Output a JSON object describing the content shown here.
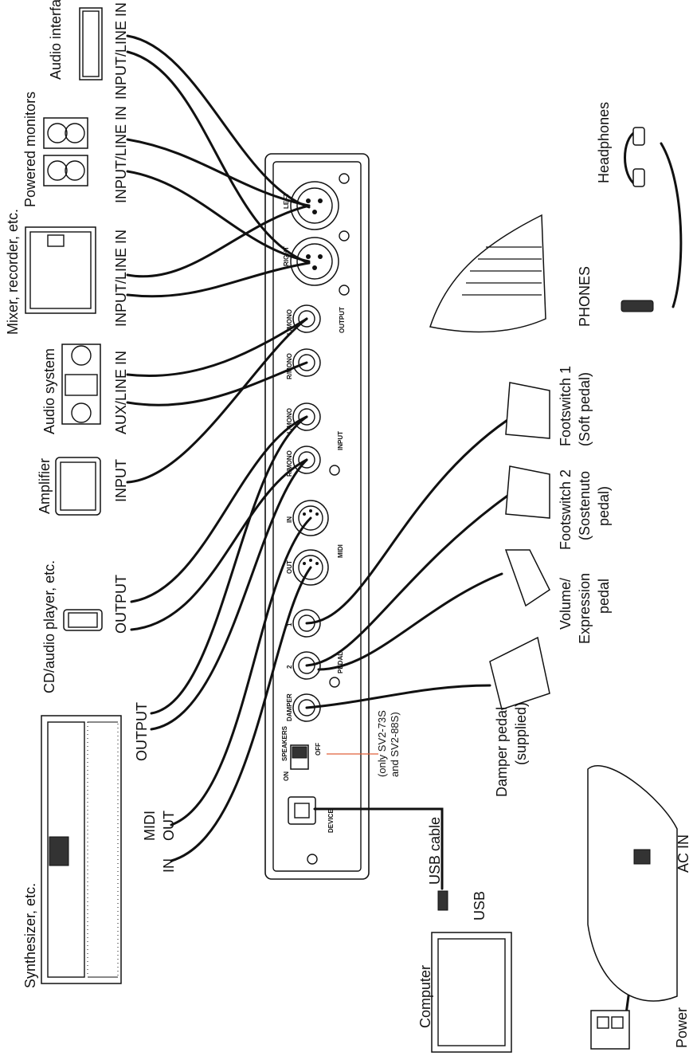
{
  "labels": {
    "audio_interface": "Audio interface",
    "input_line_in_1": "INPUT/LINE IN",
    "powered_monitors": "Powered monitors",
    "input_line_in_2": "INPUT/LINE IN",
    "mixer_recorder": "Mixer, recorder, etc.",
    "input_line_in_3": "INPUT/LINE IN",
    "audio_system": "Audio system",
    "aux_line_in": "AUX/LINE IN",
    "amplifier": "Amplifier",
    "input": "INPUT",
    "cd_player": "CD/audio player, etc.",
    "output_cd": "OUTPUT",
    "output_synth": "OUTPUT",
    "midi": "MIDI",
    "midi_in": "IN",
    "midi_out": "OUT",
    "synthesizer": "Synthesizer, etc.",
    "usb_cable": "USB cable",
    "usb": "USB",
    "computer": "Computer",
    "headphones": "Headphones",
    "phones": "PHONES",
    "footswitch1": "Footswitch 1",
    "footswitch1_sub": "(Soft pedal)",
    "footswitch2": "Footswitch 2",
    "footswitch2_sub1": "(Sostenuto",
    "footswitch2_sub2": "pedal)",
    "volume_pedal1": "Volume/",
    "volume_pedal2": "Expression",
    "volume_pedal3": "pedal",
    "damper_pedal": "Damper pedal",
    "damper_pedal_sub": "(supplied)",
    "only_models1": "(only SV2-73S",
    "only_models2": "and SV2-88S)",
    "ac_in": "AC IN",
    "power": "Power"
  },
  "panel": {
    "left": "LEFT",
    "right": "RIGHT",
    "l_mono_out": "L/MONO",
    "r_mono_out": "R/MONO",
    "output": "OUTPUT",
    "l_mono_in": "L/MONO",
    "r_mono_in": "R/MONO",
    "input": "INPUT",
    "in": "IN",
    "out": "OUT",
    "midi": "MIDI",
    "pedal_1": "1",
    "pedal_2": "2",
    "damper": "DAMPER",
    "pedal": "PEDAL",
    "speakers": "SPEAKERS",
    "on": "ON",
    "off": "OFF",
    "device": "DEVICE"
  },
  "colors": {
    "ink": "#111111",
    "accent_line": "#e0603a"
  }
}
